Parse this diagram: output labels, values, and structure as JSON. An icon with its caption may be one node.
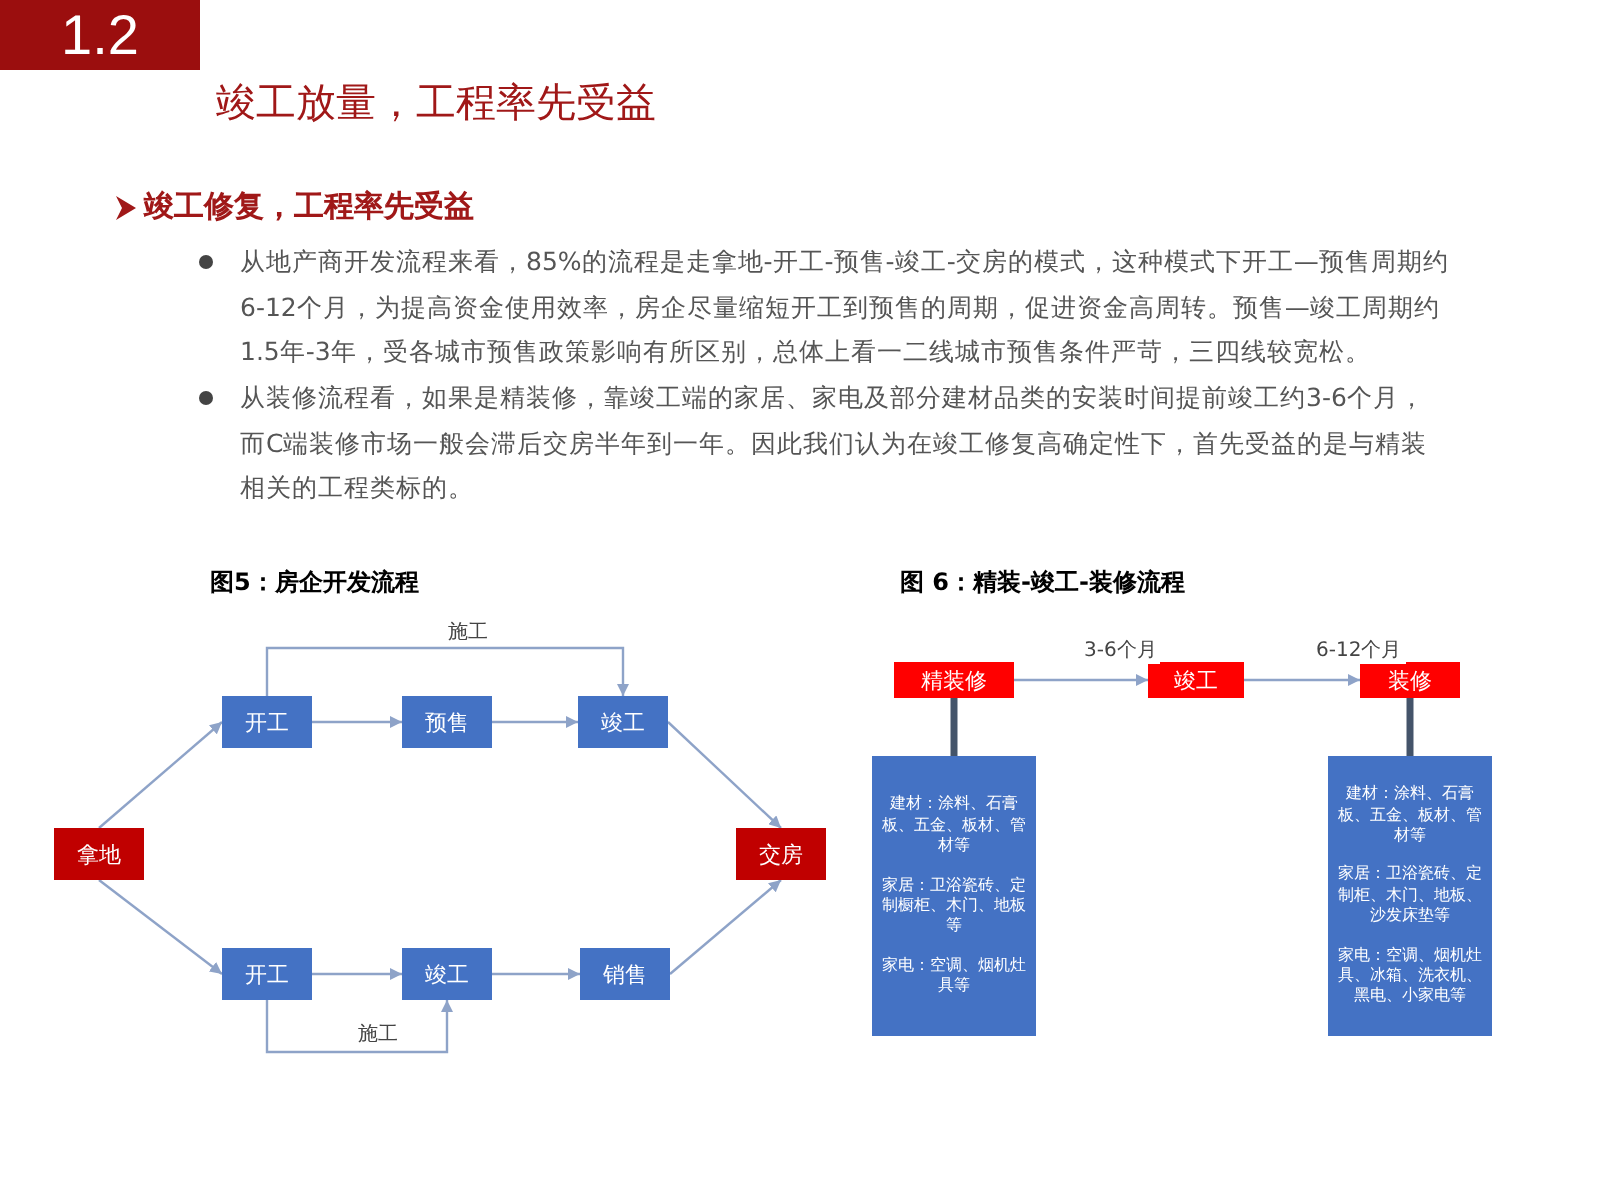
{
  "diagram": {
    "title": "竣工放量，工程率先受益",
    "nodes": [
      {
        "text": [
          "1.2"
        ]
      },
      {
        "text": [
          "拿地"
        ]
      },
      {
        "text": [
          "开工"
        ]
      },
      {
        "text": [
          "预售"
        ]
      },
      {
        "text": [
          "竣工"
        ]
      },
      {
        "text": [
          "交房"
        ]
      },
      {
        "text": [
          "开工"
        ]
      },
      {
        "text": [
          "竣工"
        ]
      },
      {
        "text": [
          "销售"
        ]
      },
      {
        "text": [
          "精装修"
        ]
      },
      {
        "text": [
          "竣工"
        ]
      },
      {
        "text": [
          "装修"
        ]
      },
      {
        "text": [
          "建材：涂料、石膏板、五金、板材、管材等",
          "家居：卫浴瓷砖、定制橱柜、木门、地板等",
          "家电：空调、烟机灶具等"
        ]
      },
      {
        "text": [
          "建材：涂料、石膏板、五金、板材、管材等",
          "家居：卫浴瓷砖、定制柜、木门、地板、沙发床垫等",
          "家电：空调、烟机灶具、冰箱、洗衣机、黑电、小家电等"
        ]
      }
    ],
    "edges": [
      {
        "from": 1,
        "to": 2,
        "arrow": "to"
      },
      {
        "from": 2,
        "to": 3,
        "arrow": "to"
      },
      {
        "from": 3,
        "to": 4,
        "arrow": "to"
      },
      {
        "from": 4,
        "to": 5,
        "arrow": "to"
      },
      {
        "from": 2,
        "to": 4,
        "arrow": "to",
        "label": "施工"
      },
      {
        "from": 1,
        "to": 6,
        "arrow": "to"
      },
      {
        "from": 6,
        "to": 7,
        "arrow": "to"
      },
      {
        "from": 7,
        "to": 8,
        "arrow": "to"
      },
      {
        "from": 8,
        "to": 5,
        "arrow": "to"
      },
      {
        "from": 6,
        "to": 7,
        "arrow": "to",
        "label": "施工"
      },
      {
        "from": 9,
        "to": 10,
        "arrow": "to",
        "label": "3-6个月"
      },
      {
        "from": 10,
        "to": 11,
        "arrow": "to",
        "label": "6-12个月"
      },
      {
        "from": 9,
        "to": 12,
        "arrow": "none",
        "style": "thick",
        "color": "#44546a"
      },
      {
        "from": 11,
        "to": 13,
        "arrow": "none",
        "style": "thick",
        "color": "#44546a"
      }
    ],
    "labels": [
      "竣工修复，工程率先受益",
      "从地产商开发流程来看，85%的流程是走拿地-开工-预售-竣工-交房的模式，这种模式下开工—预售周期约6-12个月，为提高资金使用效率，房企尽量缩短开工到预售的周期，促进资金高周转。预售—竣工周期约1.5年-3年，受各城市预售政策影响有所区别，总体上看一二线城市预售条件严苛，三四线较宽松。",
      "从装修流程看，如果是精装修，靠竣工端的家居、家电及部分建材品类的安装时间提前竣工约3-6个月，而C端装修市场一般会滞后交房半年到一年。因此我们认为在竣工修复高确定性下，首先受益的是与精装相关的工程类标的。",
      "图5：房企开发流程",
      "图 6：精装-竣工-装修流程"
    ]
  }
}
